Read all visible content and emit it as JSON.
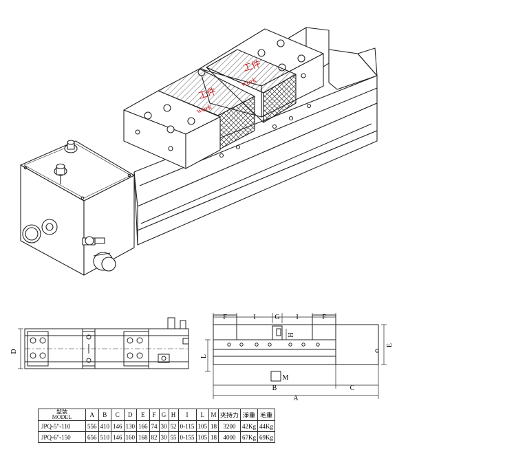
{
  "iso_view": {
    "work_labels": [
      {
        "zh": "工件",
        "en": "work"
      },
      {
        "zh": "工件",
        "en": "work"
      }
    ]
  },
  "top_view": {
    "dimension_labels": {
      "D": "D"
    }
  },
  "front_view": {
    "dimension_labels": {
      "F_left": "F",
      "I_left": "I",
      "G": "G",
      "I_right": "I",
      "F_right": "F",
      "H": "H",
      "L": "L",
      "E": "E",
      "M": "M",
      "B": "B",
      "C": "C",
      "A": "A"
    }
  },
  "spec_table": {
    "model_header_zh": "型號",
    "model_header_en": "MODEL",
    "columns": [
      "A",
      "B",
      "C",
      "D",
      "E",
      "F",
      "G",
      "H",
      "I",
      "L",
      "M",
      "夾持力",
      "淨重",
      "毛重"
    ],
    "rows": [
      [
        "JPQ-5\"-110",
        "556",
        "410",
        "146",
        "130",
        "166",
        "74",
        "30",
        "52",
        "0-115",
        "105",
        "18",
        "3200",
        "42Kg",
        "44Kg"
      ],
      [
        "JPQ-6\"-150",
        "656",
        "510",
        "146",
        "160",
        "168",
        "82",
        "30",
        "55",
        "0-155",
        "105",
        "18",
        "4000",
        "67Kg",
        "69Kg"
      ]
    ]
  }
}
